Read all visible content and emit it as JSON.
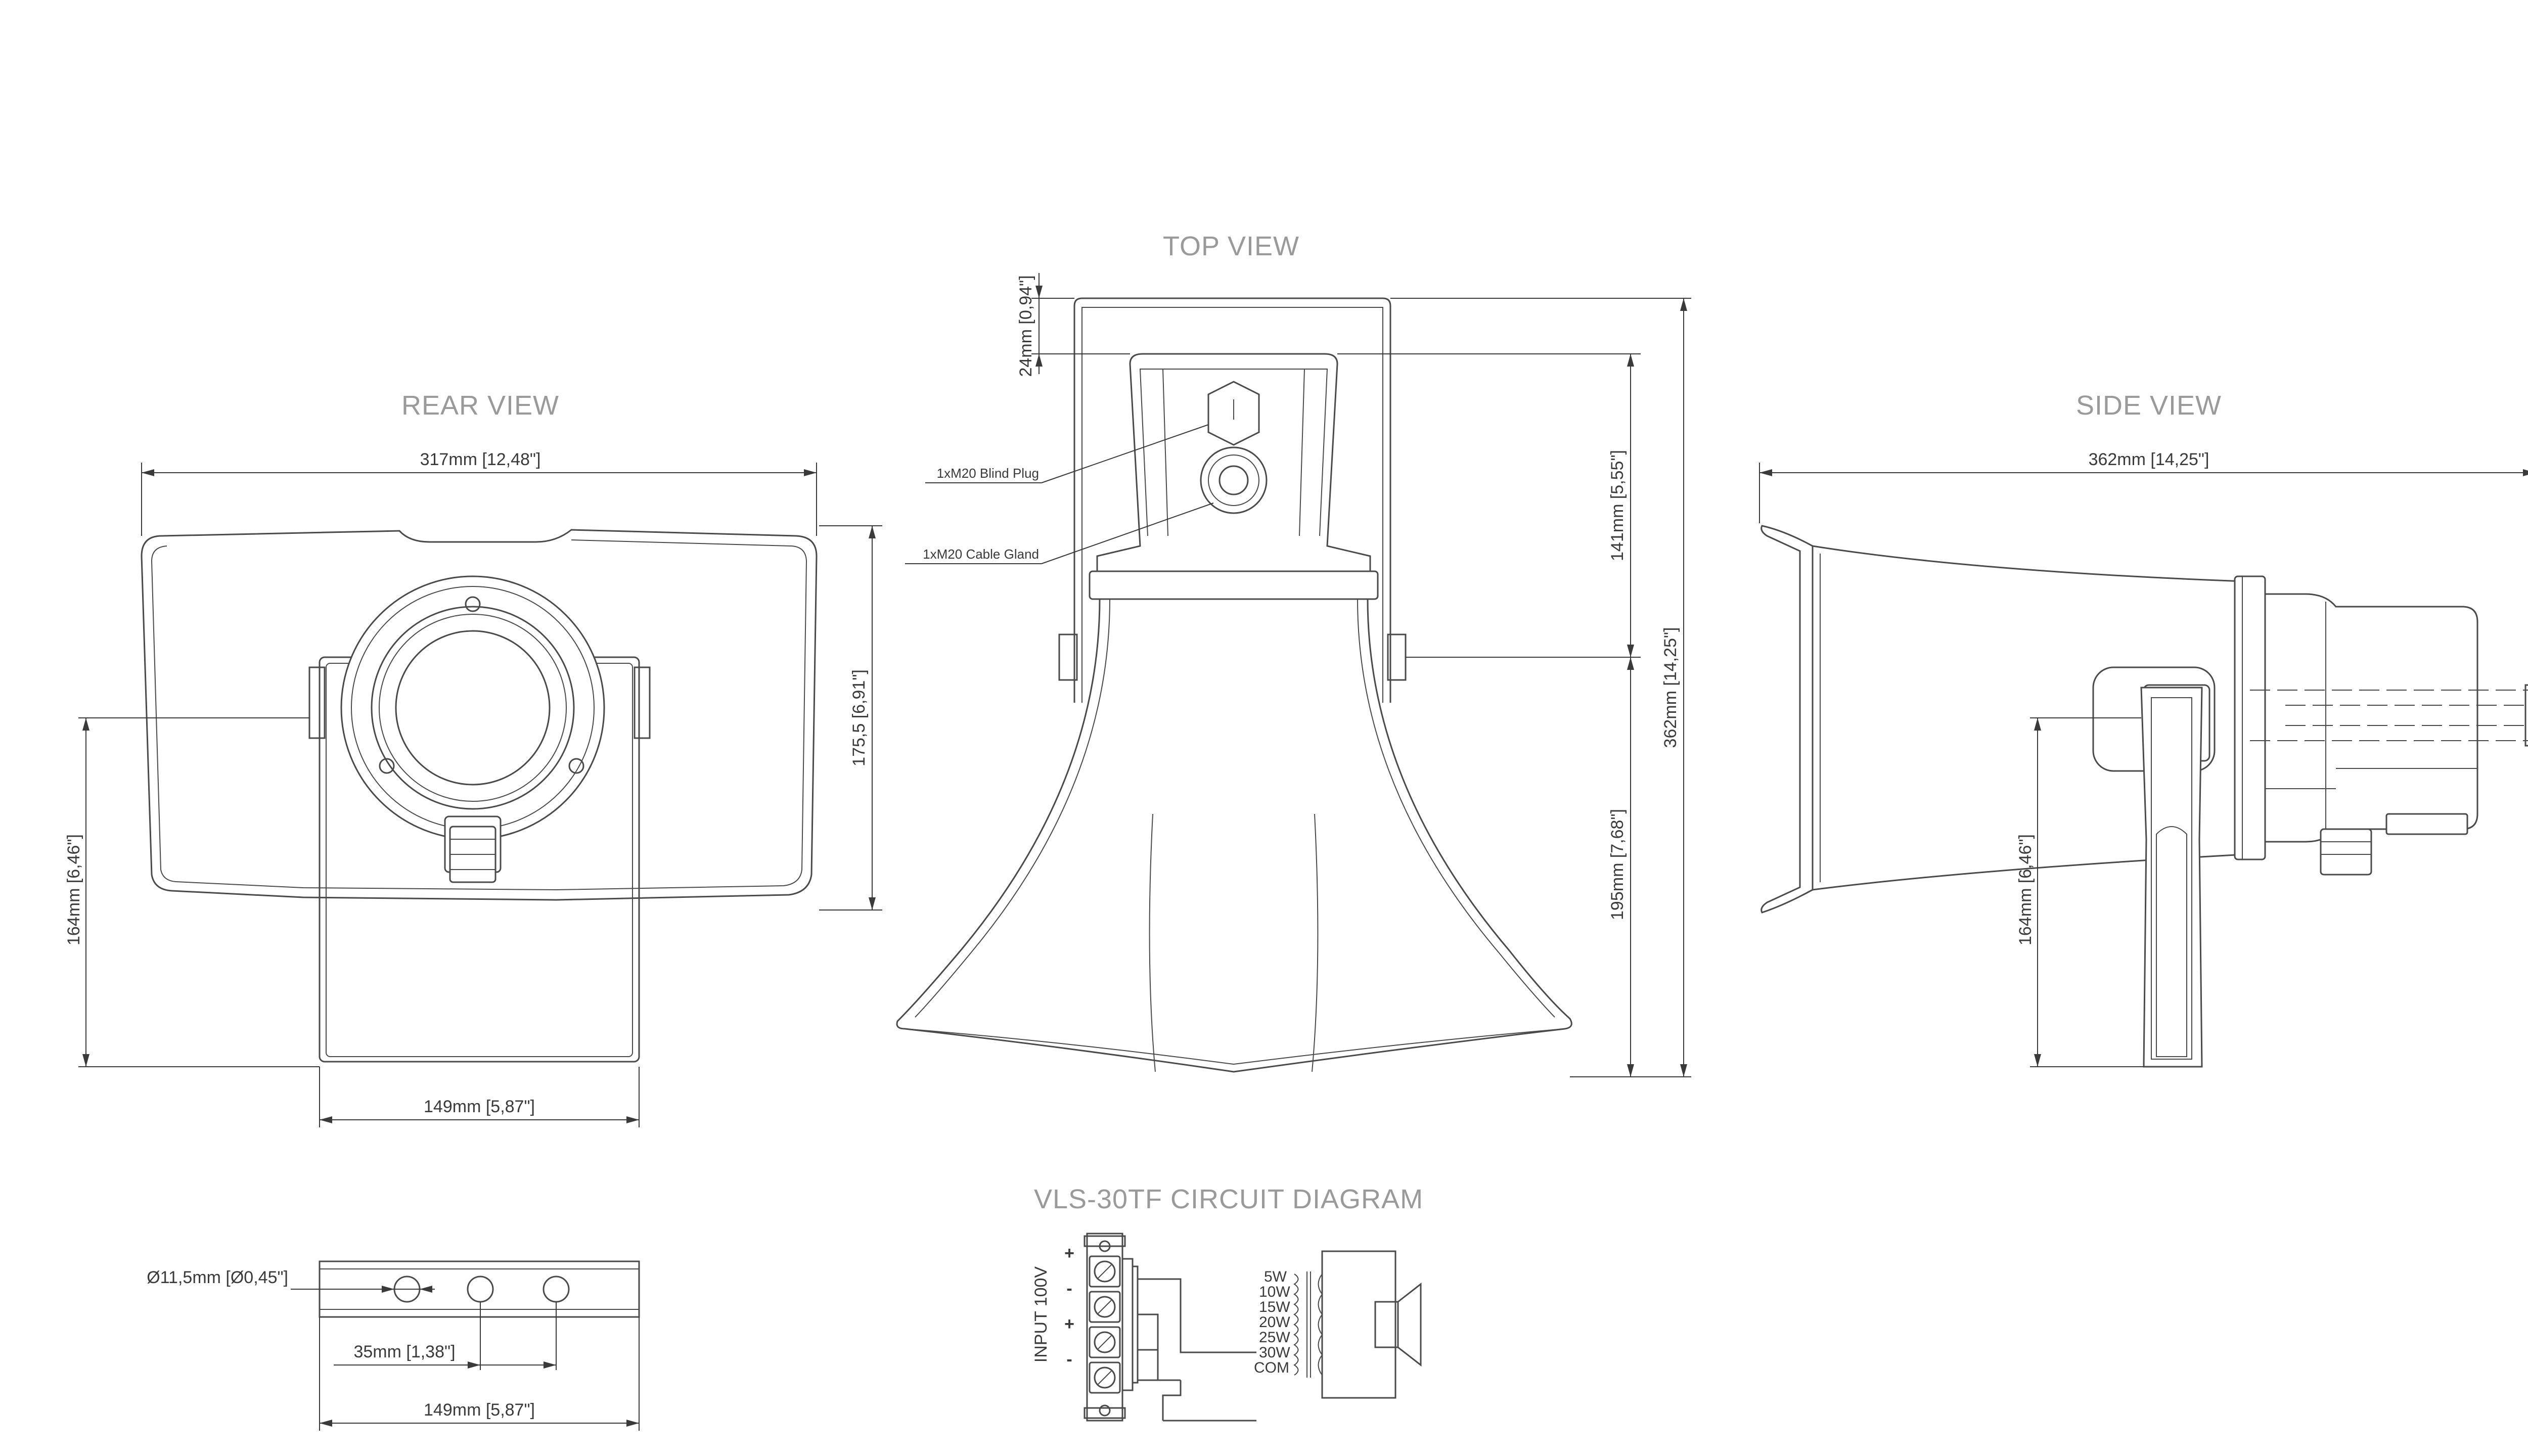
{
  "views": {
    "rear": {
      "title": "REAR VIEW",
      "dim_width": "317mm [12,48\"]",
      "dim_height": "175,5 [6,91\"]",
      "dim_mount_height": "164mm [6,46\"]",
      "dim_bracket_width": "149mm [5,87\"]"
    },
    "top": {
      "title": "TOP VIEW",
      "dim_offset": "24mm [0,94\"]",
      "dim_upper": "141mm [5,55\"]",
      "dim_lower": "195mm [7,68\"]",
      "dim_total": "362mm [14,25\"]",
      "label_blind_plug": "1xM20 Blind Plug",
      "label_cable_gland": "1xM20 Cable Gland"
    },
    "side": {
      "title": "SIDE VIEW",
      "dim_length": "362mm [14,25\"]",
      "dim_mount_height": "164mm [6,46\"]"
    },
    "bracket": {
      "dim_hole": "Ø11,5mm [Ø0,45\"]",
      "dim_spacing": "35mm [1,38\"]",
      "dim_width": "149mm [5,87\"]"
    },
    "circuit": {
      "title": "VLS-30TF CIRCUIT DIAGRAM",
      "input_label": "INPUT 100V",
      "polarity": [
        "+",
        "-",
        "+",
        "-"
      ],
      "taps": [
        "5W",
        "10W",
        "15W",
        "20W",
        "25W",
        "30W",
        "COM"
      ]
    }
  },
  "colors": {
    "line": "#4a4a4a",
    "title": "#9a9a9a",
    "background": "#ffffff"
  }
}
